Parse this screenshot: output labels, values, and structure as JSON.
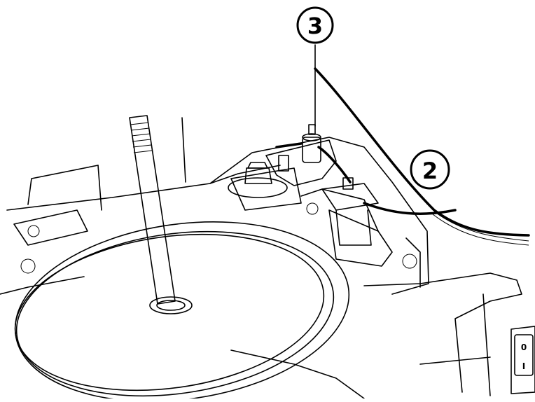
{
  "callouts": [
    {
      "id": "callout-3",
      "label": "3"
    },
    {
      "id": "callout-2",
      "label": "2"
    }
  ],
  "switch_panel": {
    "on_symbol": "0",
    "off_symbol": "I"
  }
}
